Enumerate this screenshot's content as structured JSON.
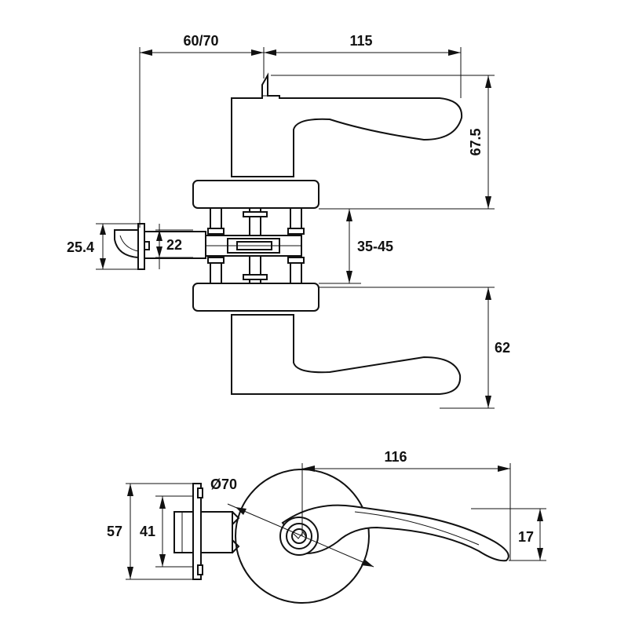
{
  "drawing": {
    "line_color": "#111111",
    "background": "#ffffff",
    "side_view": {
      "dim_backset": "60/70",
      "dim_lever_length": "115",
      "dim_upper_height": "67.5",
      "dim_lower_height": "62",
      "dim_door_thickness": "35-45",
      "dim_faceplate": "25.4",
      "dim_latch": "22"
    },
    "front_view": {
      "dim_lever_length": "116",
      "dim_rose_diameter": "Ø70",
      "dim_plate_height": "57",
      "dim_latch_height": "41",
      "dim_lever_width": "17"
    }
  }
}
